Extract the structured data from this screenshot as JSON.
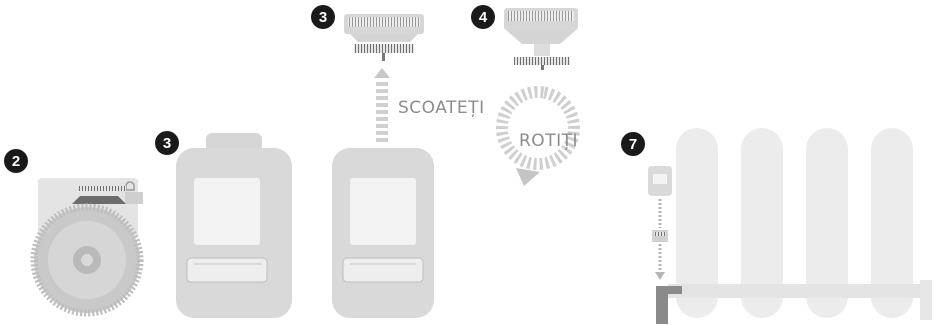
{
  "steps": [
    {
      "number": "2"
    },
    {
      "number": "3"
    },
    {
      "number": "3"
    },
    {
      "number": "4"
    },
    {
      "number": "7"
    }
  ],
  "labels": {
    "remove": "SCOATEȚI",
    "rotate": "ROTIȚI"
  },
  "colors": {
    "device": "#d9d9d9",
    "device_dark": "#cfcfcf",
    "device_light": "#e8e8e8",
    "screen": "#f3f3f3",
    "dial": "#c4c4c4",
    "arrow": "#c8c8c8",
    "badge": "#1a1a1a",
    "valve": "#8a8a8a"
  }
}
